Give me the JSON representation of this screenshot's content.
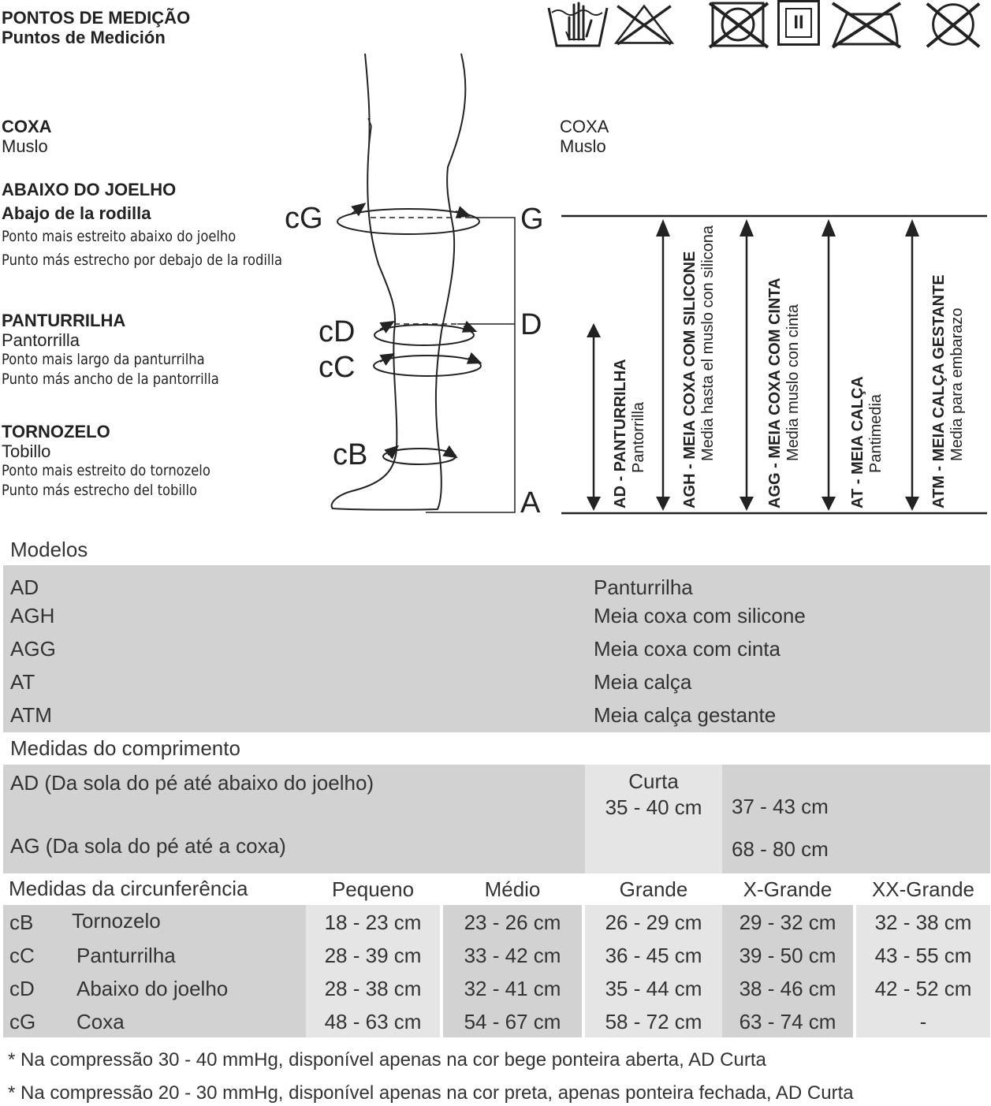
{
  "header": {
    "title_pt": "PONTOS DE MEDIÇÃO",
    "title_es": "Puntos de Medición"
  },
  "care_icons": [
    "hand-wash-icon",
    "no-bleach-icon",
    "no-tumble-dry-icon",
    "flat-dry-icon",
    "no-iron-icon",
    "no-dry-clean-icon"
  ],
  "care_icon_text": {
    "flat_dry": "II"
  },
  "left_labels": {
    "coxa": {
      "pt": "COXA",
      "es": "Muslo"
    },
    "joelho": {
      "pt": "ABAIXO DO JOELHO",
      "es": "Abajo de la rodilla",
      "desc_pt": "Ponto mais estreito abaixo do joelho",
      "desc_es": "Punto más estrecho por debajo de la rodilla"
    },
    "panturrilha": {
      "pt": "PANTURRILHA",
      "es": "Pantorrilla",
      "desc_pt": "Ponto mais largo da panturrilha",
      "desc_es": "Punto más ancho de la pantorrilla"
    },
    "tornozelo": {
      "pt": "TORNOZELO",
      "es": "Tobillo",
      "desc_pt": "Ponto mais estreito do tornozelo",
      "desc_es": "Punto más estrecho del tobillo"
    }
  },
  "diagram": {
    "points": {
      "cG": "cG",
      "cD": "cD",
      "cC": "cC",
      "cB": "cB",
      "G": "G",
      "D": "D",
      "A": "A"
    },
    "right_coxa": {
      "pt": "COXA",
      "es": "Muslo"
    },
    "arrows": [
      {
        "pt": "AD - PANTURRILHA",
        "es": "Pantorrilla"
      },
      {
        "pt": "AGH - MEIA COXA COM SILICONE",
        "es": "Media hasta el muslo con silicona"
      },
      {
        "pt": "AGG - MEIA COXA COM CINTA",
        "es": "Media muslo con cinta"
      },
      {
        "pt": "AT - MEIA CALÇA",
        "es": "Pantimedia"
      },
      {
        "pt": "ATM - MEIA CALÇA GESTANTE",
        "es": "Media para embarazo"
      }
    ]
  },
  "modelos": {
    "heading": "Modelos",
    "rows": [
      {
        "code": "AD",
        "name": "Panturrilha"
      },
      {
        "code": "AGH",
        "name": "Meia coxa com silicone"
      },
      {
        "code": "AGG",
        "name": "Meia coxa com cinta"
      },
      {
        "code": "AT",
        "name": "Meia calça"
      },
      {
        "code": "ATM",
        "name": "Meia calça gestante"
      }
    ]
  },
  "comprimento": {
    "heading": "Medidas do comprimento",
    "ad_label": "AD (Da sola do pé até abaixo do joelho)",
    "ag_label": "AG (Da sola do pé até a coxa)",
    "curta_label": "Curta",
    "curta_value": "35 - 40 cm",
    "ad_value": "37 - 43 cm",
    "ag_value": "68 - 80 cm"
  },
  "circunferencia": {
    "heading": "Medidas da circunferência",
    "sizes": [
      "Pequeno",
      "Médio",
      "Grande",
      "X-Grande",
      "XX-Grande"
    ],
    "rows": [
      {
        "code": "cB",
        "name": "Tornozelo",
        "values": [
          "18 - 23 cm",
          "23 - 26 cm",
          "26 - 29 cm",
          "29 - 32 cm",
          "32 - 38 cm"
        ]
      },
      {
        "code": "cC",
        "name": "Panturrilha",
        "values": [
          "28 - 39 cm",
          "33 - 42 cm",
          "36 - 45 cm",
          "39 - 50 cm",
          "43 - 55 cm"
        ]
      },
      {
        "code": "cD",
        "name": "Abaixo do joelho",
        "values": [
          "28 - 38 cm",
          "32 - 41 cm",
          "35 - 44 cm",
          "38 - 46 cm",
          "42 - 52 cm"
        ]
      },
      {
        "code": "cG",
        "name": "Coxa",
        "values": [
          "48 - 63 cm",
          "54 - 67 cm",
          "58 - 72 cm",
          "63 - 74 cm",
          "-"
        ]
      }
    ]
  },
  "notes": [
    "* Na compressão 30 - 40 mmHg, disponível apenas na cor bege ponteira aberta, AD Curta",
    "* Na compressão 20 - 30 mmHg, disponível apenas na cor preta, apenas ponteira fechada, AD Curta"
  ]
}
